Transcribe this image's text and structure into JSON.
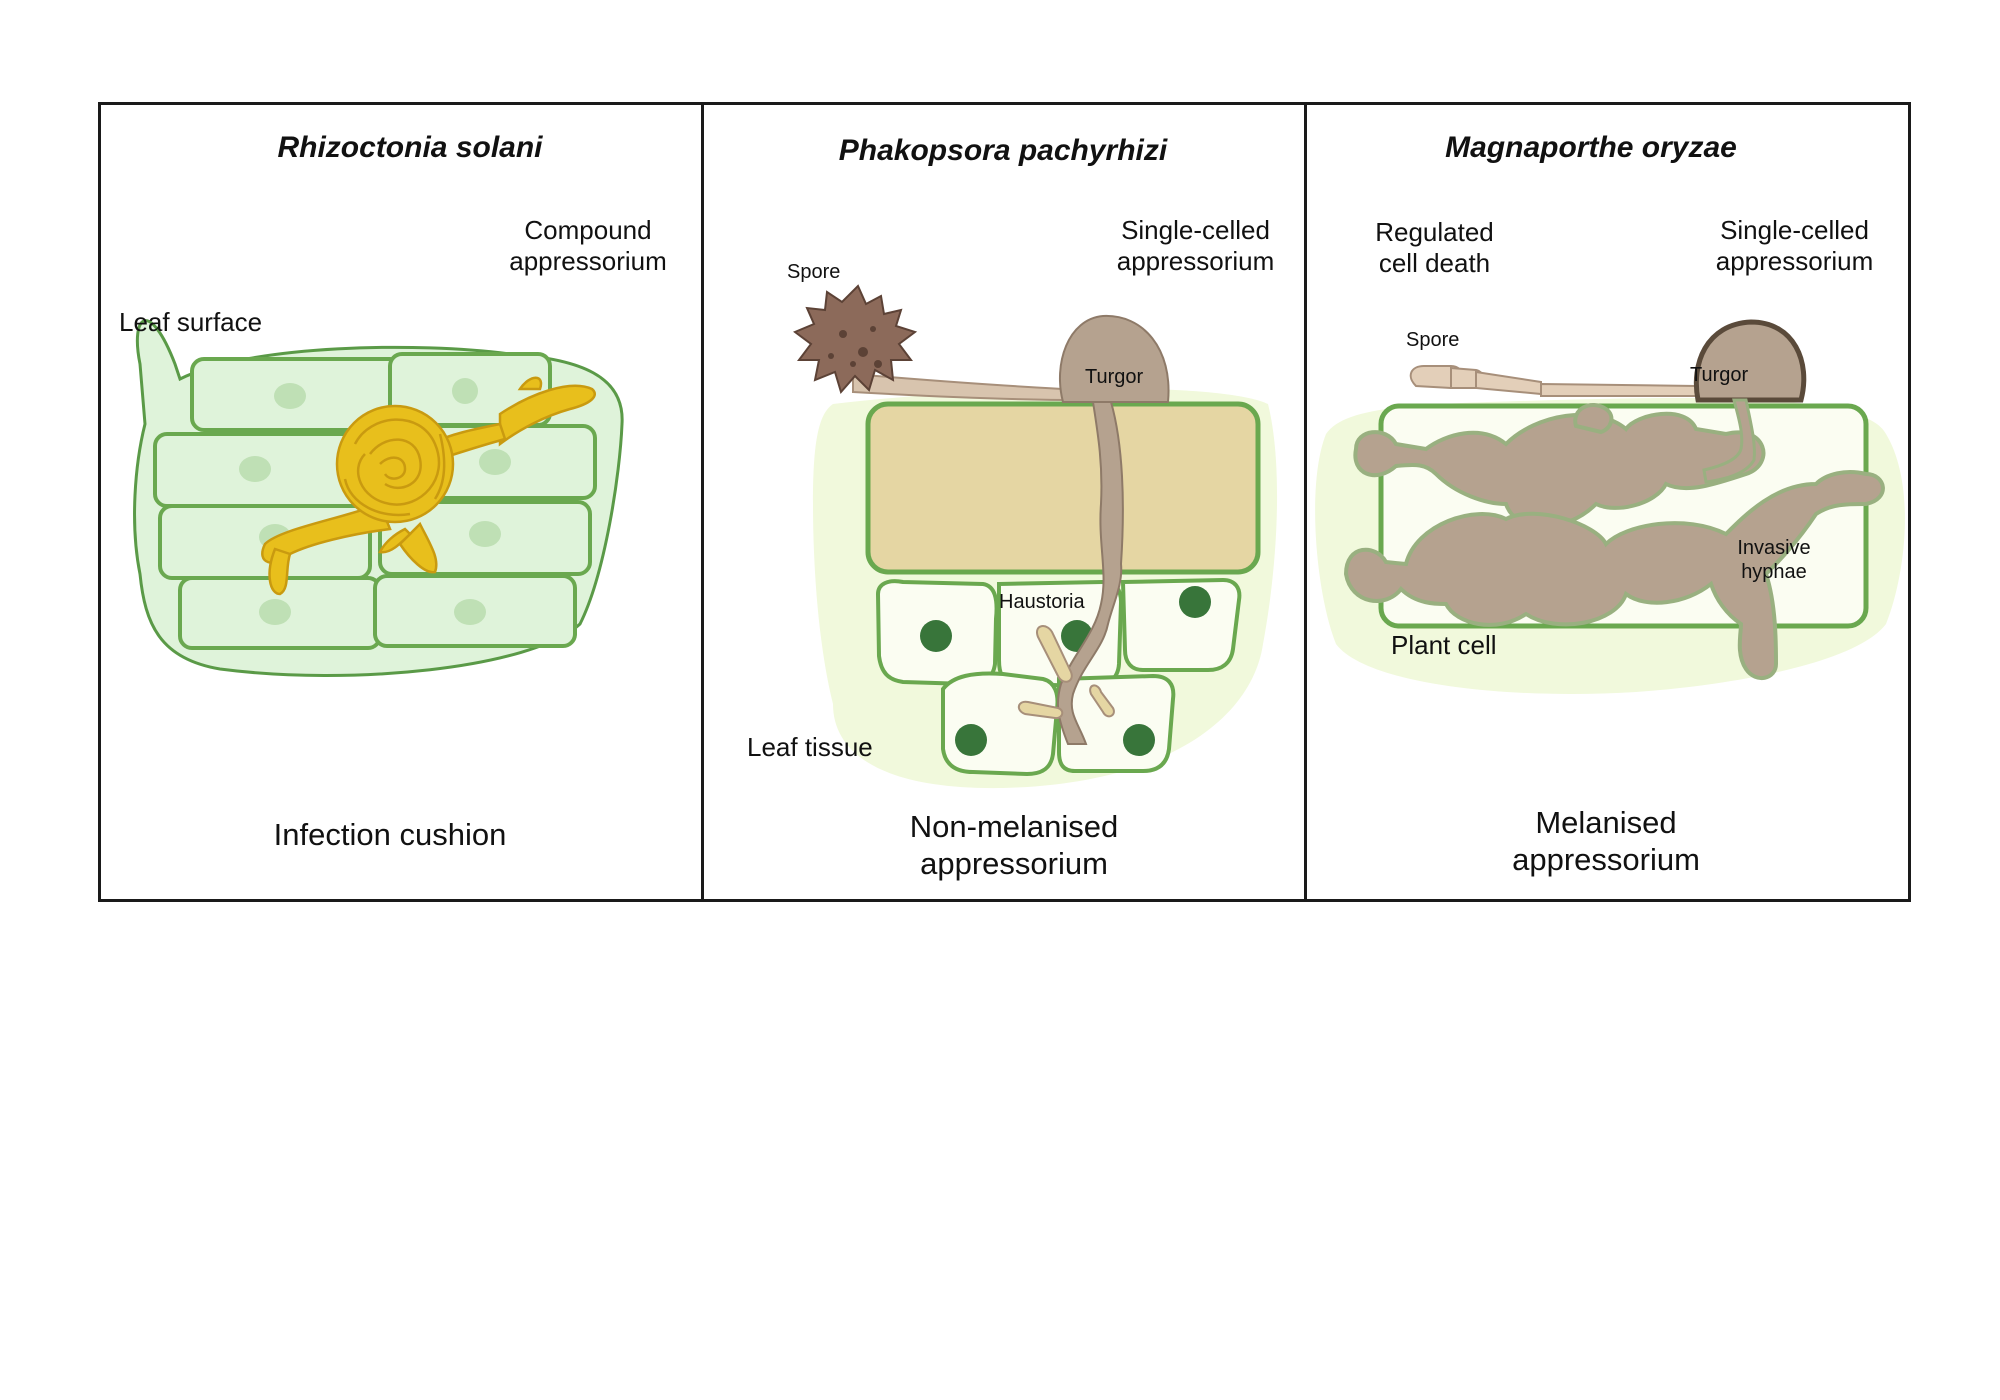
{
  "panels": [
    {
      "title": "Rhizoctonia solani",
      "labels": {
        "structure": "Compound\nappressorium",
        "surface": "Leaf surface"
      },
      "caption": "Infection cushion"
    },
    {
      "title": "Phakopsora pachyrhizi",
      "labels": {
        "spore": "Spore",
        "structure": "Single-celled\nappressorium",
        "turgor": "Turgor",
        "haustoria": "Haustoria",
        "tissue": "Leaf tissue"
      },
      "caption": "Non-melanised\nappressorium"
    },
    {
      "title": "Magnaporthe oryzae",
      "labels": {
        "death": "Regulated\ncell death",
        "structure": "Single-celled\nappressorium",
        "spore": "Spore",
        "turgor": "Turgor",
        "hyphae": "Invasive\nhyphae",
        "plant_cell": "Plant cell"
      },
      "caption": "Melanised\nappressorium"
    }
  ],
  "colors": {
    "leaf_fill": "#dff3da",
    "leaf_stroke": "#6aa84f",
    "compound_yellow": "#e8bf1c",
    "spore_brown": "#8c6a5a",
    "fungal_tan": "#b5a28f",
    "cell_tan": "#e5d6a3",
    "nucleus_green": "#38753a",
    "melanised_outline": "#5a4a3a"
  }
}
